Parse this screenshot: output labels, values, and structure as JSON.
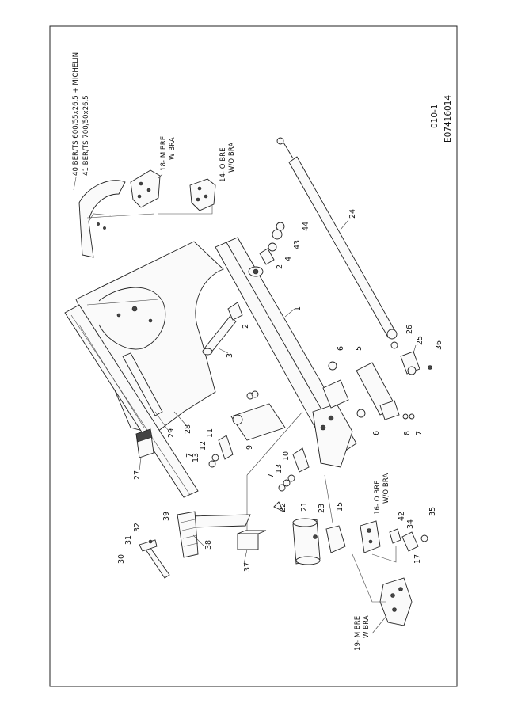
{
  "drawing": {
    "ref_code": "010-1",
    "drawing_number": "E07416014"
  },
  "notes": {
    "note_40": "40 BER/TS 600/55x26,5 + MICHELIN",
    "note_41": "41 BER/TS 700/50x26,5",
    "note_18a": "18- M BRE",
    "note_18b": "W BRA",
    "note_14a": "14- O BRE",
    "note_14b": "W/O BRA",
    "note_16a": "16- O BRE",
    "note_16b": "W/O BRA",
    "note_19a": "19- M BRE",
    "note_19b": "W BRA"
  },
  "callouts": {
    "c1": "1",
    "c2a": "2",
    "c2b": "2",
    "c3": "3",
    "c4": "4",
    "c5": "5",
    "c6a": "6",
    "c6b": "6",
    "c7a": "7",
    "c7b": "7",
    "c7c": "7",
    "c8": "8",
    "c9": "9",
    "c10": "10",
    "c11": "11",
    "c12": "12",
    "c13a": "13",
    "c13b": "13",
    "c15": "15",
    "c17": "17",
    "c21": "21",
    "c22": "22",
    "c23": "23",
    "c24": "24",
    "c25": "25",
    "c26": "26",
    "c27": "27",
    "c28": "28",
    "c29": "29",
    "c30": "30",
    "c31": "31",
    "c32": "32",
    "c34": "34",
    "c35": "35",
    "c36": "36",
    "c37": "37",
    "c38": "38",
    "c39": "39",
    "c42": "42",
    "c43": "43",
    "c44": "44"
  }
}
